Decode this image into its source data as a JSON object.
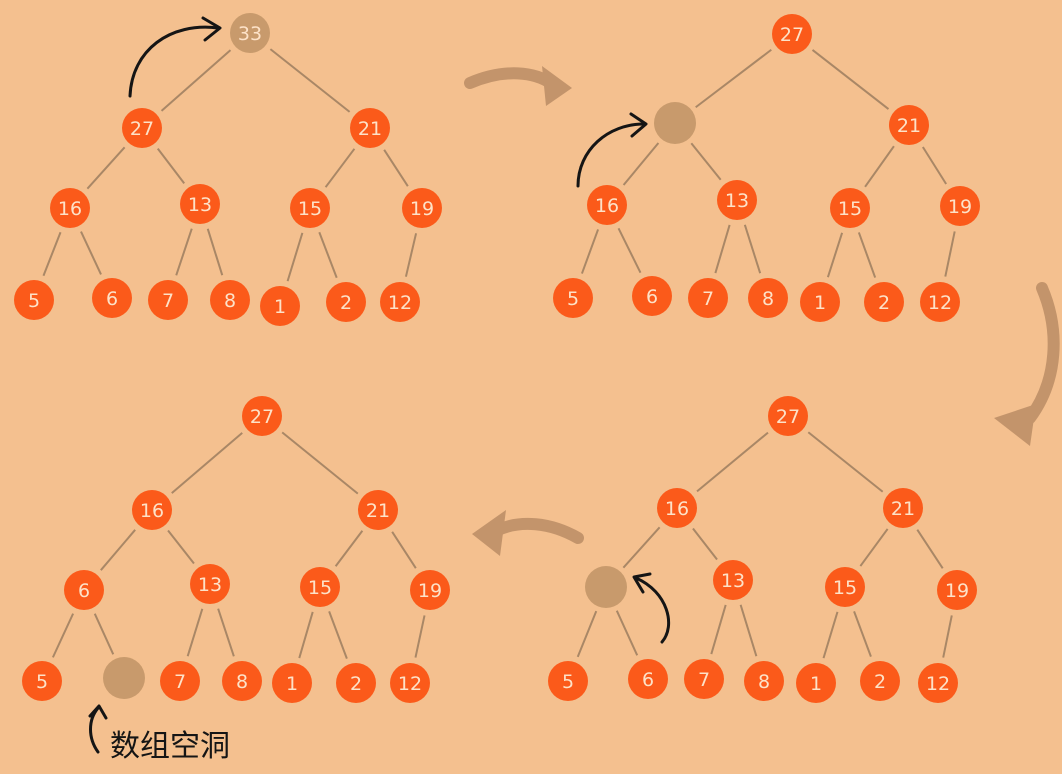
{
  "colors": {
    "background": "#f4c08f",
    "node_fill": "#fb5a1a",
    "hole_fill": "#c89a6c",
    "edge": "#a98766",
    "flow_arrow": "#c3946b",
    "pen_arrow": "#151515",
    "node_text": "#fde2c8"
  },
  "icons": {
    "flow_arrow": "thick-curved-arrow-icon",
    "move_arrow": "curved-pen-arrow-icon"
  },
  "trees": [
    {
      "name": "step-1",
      "levels": [
        [
          "33"
        ],
        [
          "27",
          "21"
        ],
        [
          "16",
          "13",
          "15",
          "19"
        ],
        [
          "5",
          "6",
          "7",
          "8",
          "1",
          "2",
          "12"
        ]
      ],
      "hole_index": 0
    },
    {
      "name": "step-2",
      "levels": [
        [
          "27"
        ],
        [
          "",
          "21"
        ],
        [
          "16",
          "13",
          "15",
          "19"
        ],
        [
          "5",
          "6",
          "7",
          "8",
          "1",
          "2",
          "12"
        ]
      ],
      "hole_index": 1
    },
    {
      "name": "step-3",
      "levels": [
        [
          "27"
        ],
        [
          "16",
          "21"
        ],
        [
          "",
          "13",
          "15",
          "19"
        ],
        [
          "5",
          "6",
          "7",
          "8",
          "1",
          "2",
          "12"
        ]
      ],
      "hole_index": 3
    },
    {
      "name": "step-4",
      "levels": [
        [
          "27"
        ],
        [
          "16",
          "21"
        ],
        [
          "6",
          "13",
          "15",
          "19"
        ],
        [
          "5",
          "",
          "7",
          "8",
          "1",
          "2",
          "12"
        ]
      ],
      "hole_index": 8
    }
  ],
  "annotation": {
    "label": "数组空洞"
  }
}
